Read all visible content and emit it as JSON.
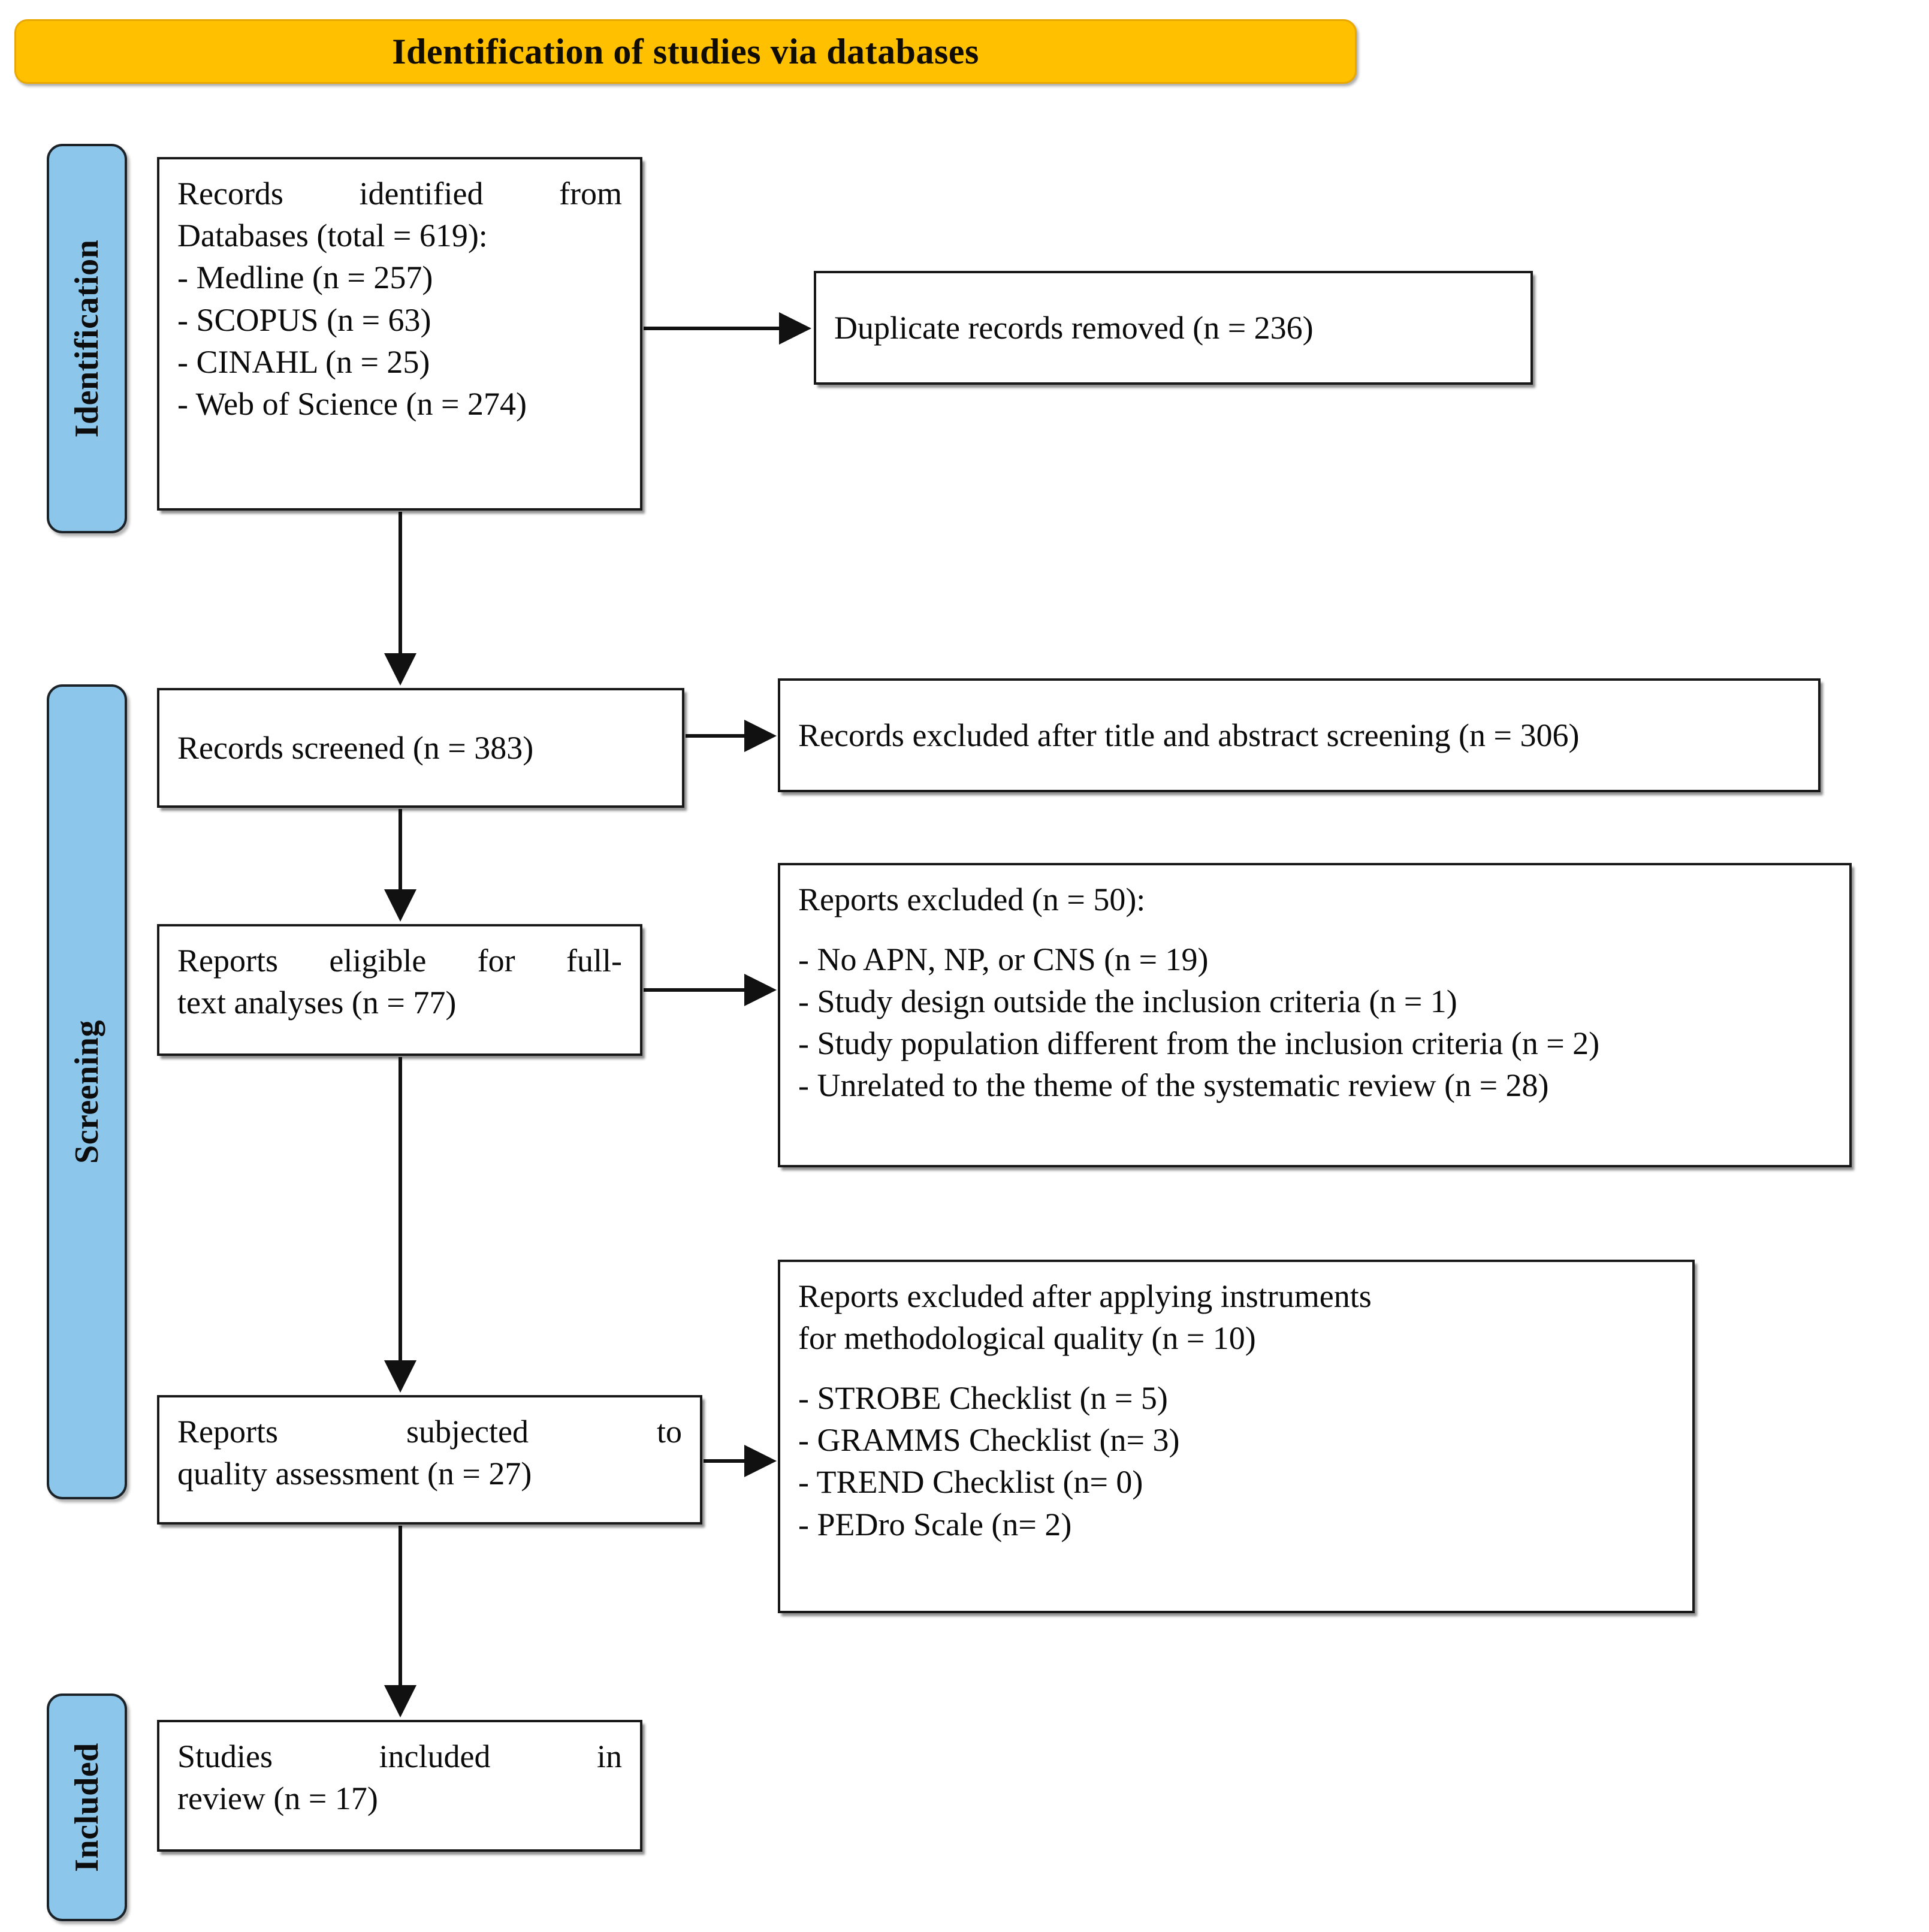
{
  "title": {
    "text": "Identification of studies via databases",
    "bg_color": "#FFC000"
  },
  "stages": [
    {
      "id": "identification",
      "label": "Identification",
      "bar_color": "#8CC6EA"
    },
    {
      "id": "screening",
      "label": "Screening",
      "bar_color": "#8CC6EA"
    },
    {
      "id": "included",
      "label": "Included",
      "bar_color": "#8CC6EA"
    }
  ],
  "boxes": {
    "identified": {
      "lines": [
        "Records  identified  from",
        "Databases (total = 619):",
        "- Medline (n = 257)",
        "- SCOPUS (n = 63)",
        "- CINAHL (n = 25)",
        "- Web of Science (n = 274)"
      ],
      "l0": "Records  identified  from",
      "l1": "Databases (total = 619):",
      "l2": "- Medline (n = 257)",
      "l3": "- SCOPUS (n = 63)",
      "l4": "- CINAHL (n = 25)",
      "l5": "- Web of Science (n = 274)"
    },
    "duplicates": {
      "text": "Duplicate records removed (n = 236)"
    },
    "screened": {
      "text": "Records screened (n = 383)"
    },
    "excluded_title_abstract": {
      "text": "Records excluded after title and abstract screening (n = 306)"
    },
    "eligible": {
      "l0": "Reports eligible for full-",
      "l1": "text analyses (n = 77)"
    },
    "excluded_reports": {
      "heading": "Reports excluded (n = 50):",
      "items": [
        "- No APN, NP, or CNS (n = 19)",
        "- Study design outside the inclusion criteria (n = 1)",
        "- Study population different from the inclusion criteria (n = 2)",
        "- Unrelated to the theme of the systematic review (n = 28)"
      ],
      "i0": "- No APN, NP, or CNS (n = 19)",
      "i1": "- Study design outside the inclusion criteria (n = 1)",
      "i2": "- Study population different from the inclusion criteria (n = 2)",
      "i3": "- Unrelated to the theme of the systematic review (n = 28)"
    },
    "quality_assessment": {
      "l0": "Reports  subjected  to",
      "l1": "quality assessment (n = 27)"
    },
    "excluded_quality": {
      "h0": "Reports excluded after applying instruments",
      "h1": "for methodological quality (n = 10)",
      "items": [
        "- STROBE Checklist (n = 5)",
        "- GRAMMS Checklist (n= 3)",
        "- TREND Checklist (n= 0)",
        "- PEDro Scale (n= 2)"
      ],
      "i0": "- STROBE Checklist (n = 5)",
      "i1": "- GRAMMS Checklist (n= 3)",
      "i2": "- TREND Checklist (n= 0)",
      "i3": "- PEDro Scale (n= 2)"
    },
    "included": {
      "l0": "Studies  included  in",
      "l1": "review (n = 17)"
    }
  },
  "flow_counts": {
    "total_identified": 619,
    "medline": 257,
    "scopus": 63,
    "cinahl": 25,
    "web_of_science": 274,
    "duplicates_removed": 236,
    "records_screened": 383,
    "excluded_title_abstract": 306,
    "reports_eligible_fulltext": 77,
    "reports_excluded": 50,
    "reports_subjected_quality": 27,
    "excluded_quality": 10,
    "studies_included": 17
  }
}
